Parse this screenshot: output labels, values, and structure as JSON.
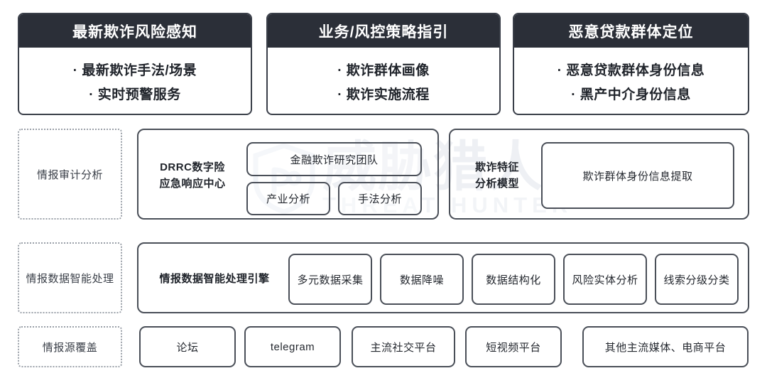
{
  "watermark": {
    "cn": "威胁猎人",
    "en": "THREAT HUNTER",
    "shield_icon": "shield-icon"
  },
  "top_cards": [
    {
      "title": "最新欺诈风险感知",
      "bullets": [
        "最新欺诈手法/场景",
        "实时预警服务"
      ]
    },
    {
      "title": "业务/风控策略指引",
      "bullets": [
        "欺诈群体画像",
        "欺诈实施流程"
      ]
    },
    {
      "title": "恶意贷款群体定位",
      "bullets": [
        "恶意贷款群体身份信息",
        "黑产中介身份信息"
      ]
    }
  ],
  "rows": [
    {
      "label": "情报审计分析",
      "panels": [
        {
          "title": "DRRC数字险\n应急响应中心",
          "title_lines": [
            "DRRC数字险",
            "应急响应中心"
          ],
          "chips": [
            "金融欺诈研究团队",
            "产业分析",
            "手法分析"
          ]
        },
        {
          "title_lines": [
            "欺诈特征",
            "分析模型"
          ],
          "chips": [
            "欺诈群体身份信息提取"
          ]
        }
      ]
    },
    {
      "label": "情报数据智能处理",
      "panels": [
        {
          "title_lines": [
            "情报数据智能处理引擎"
          ],
          "chips": [
            "多元数据采集",
            "数据降噪",
            "数据结构化",
            "风险实体分析",
            "线索分级分类"
          ]
        }
      ]
    },
    {
      "label": "情报源覆盖",
      "chips": [
        "论坛",
        "telegram",
        "主流社交平台",
        "短视频平台",
        "其他主流媒体、电商平台"
      ]
    }
  ],
  "colors": {
    "header_bg": "#2b2f38",
    "border": "#4a4f58",
    "dotted_border": "#9aa0a8",
    "text": "#20242b",
    "watermark": "#dfe3ea",
    "page_bg": "#ffffff"
  }
}
